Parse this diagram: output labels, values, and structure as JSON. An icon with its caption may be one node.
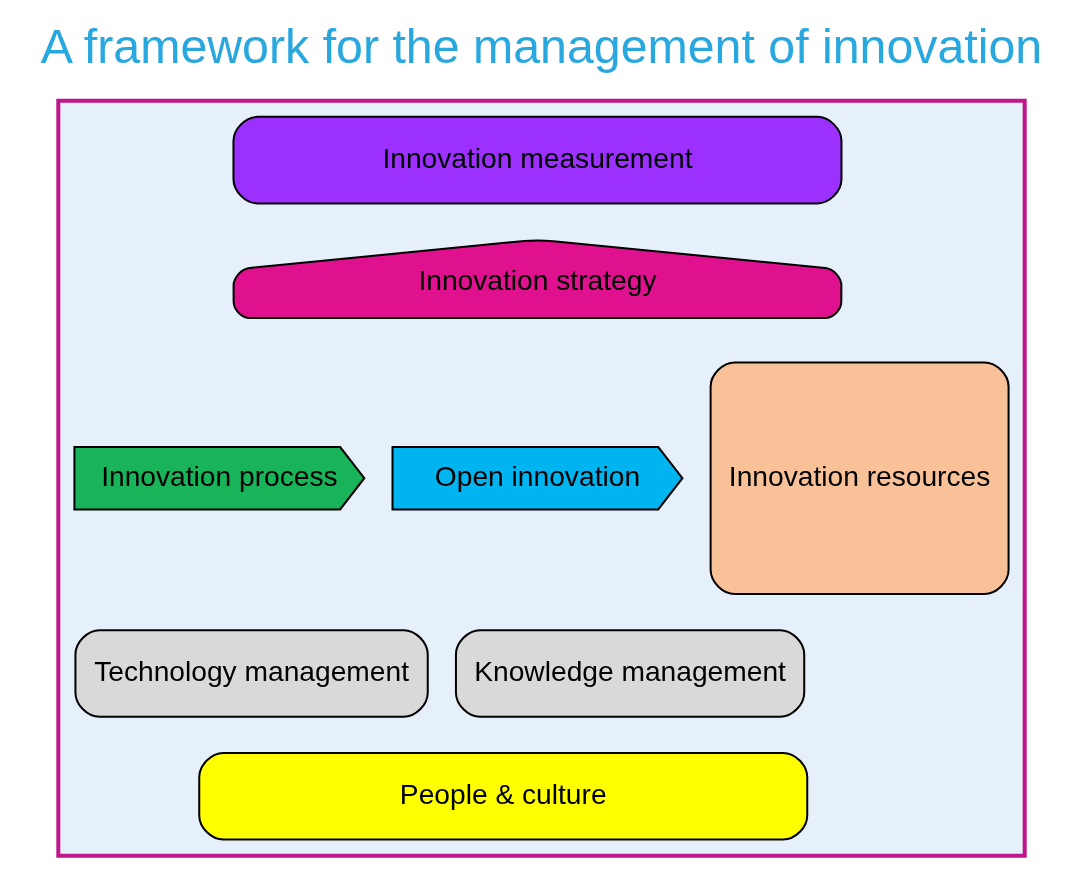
{
  "diagram": {
    "title": "A framework for the management of innovation",
    "nodes": [
      {
        "text": [],
        "shape": "box"
      },
      {
        "text": [
          "Innovation measurement"
        ],
        "in": 0
      },
      {
        "text": [
          "Innovation strategy"
        ],
        "in": 0
      },
      {
        "text": [
          "Innovation process"
        ],
        "in": 0
      },
      {
        "text": [
          "Open innovation"
        ],
        "in": 0
      },
      {
        "text": [
          "Technology management"
        ],
        "in": 0
      },
      {
        "text": [
          "Knowledge management"
        ],
        "in": 0
      },
      {
        "text": [
          "People & culture"
        ],
        "in": 0
      },
      {
        "text": [
          "Innovation resources"
        ],
        "in": 0
      }
    ],
    "edges": []
  }
}
